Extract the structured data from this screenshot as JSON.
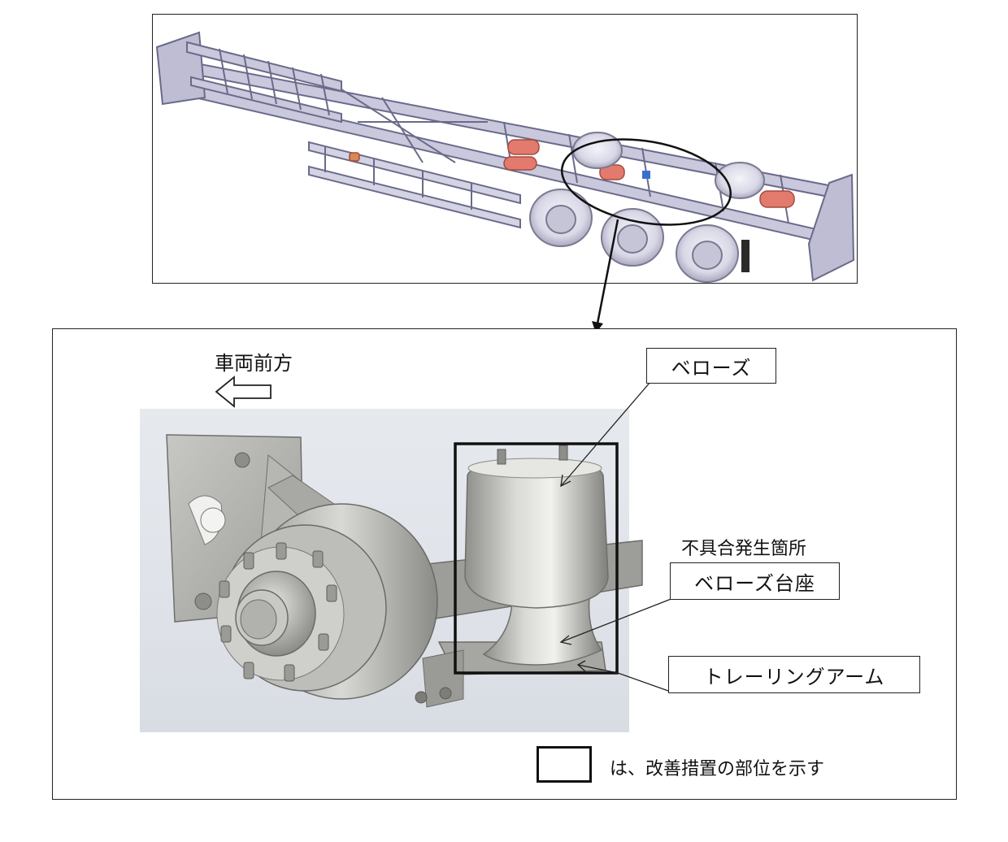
{
  "direction_label": "車両前方",
  "labels": {
    "bellows": "ベローズ",
    "defect_location": "不具合発生箇所",
    "bellows_seat": "ベローズ台座",
    "trailing_arm": "トレーリングアーム"
  },
  "legend": {
    "text": "は、改善措置の部位を示す"
  }
}
